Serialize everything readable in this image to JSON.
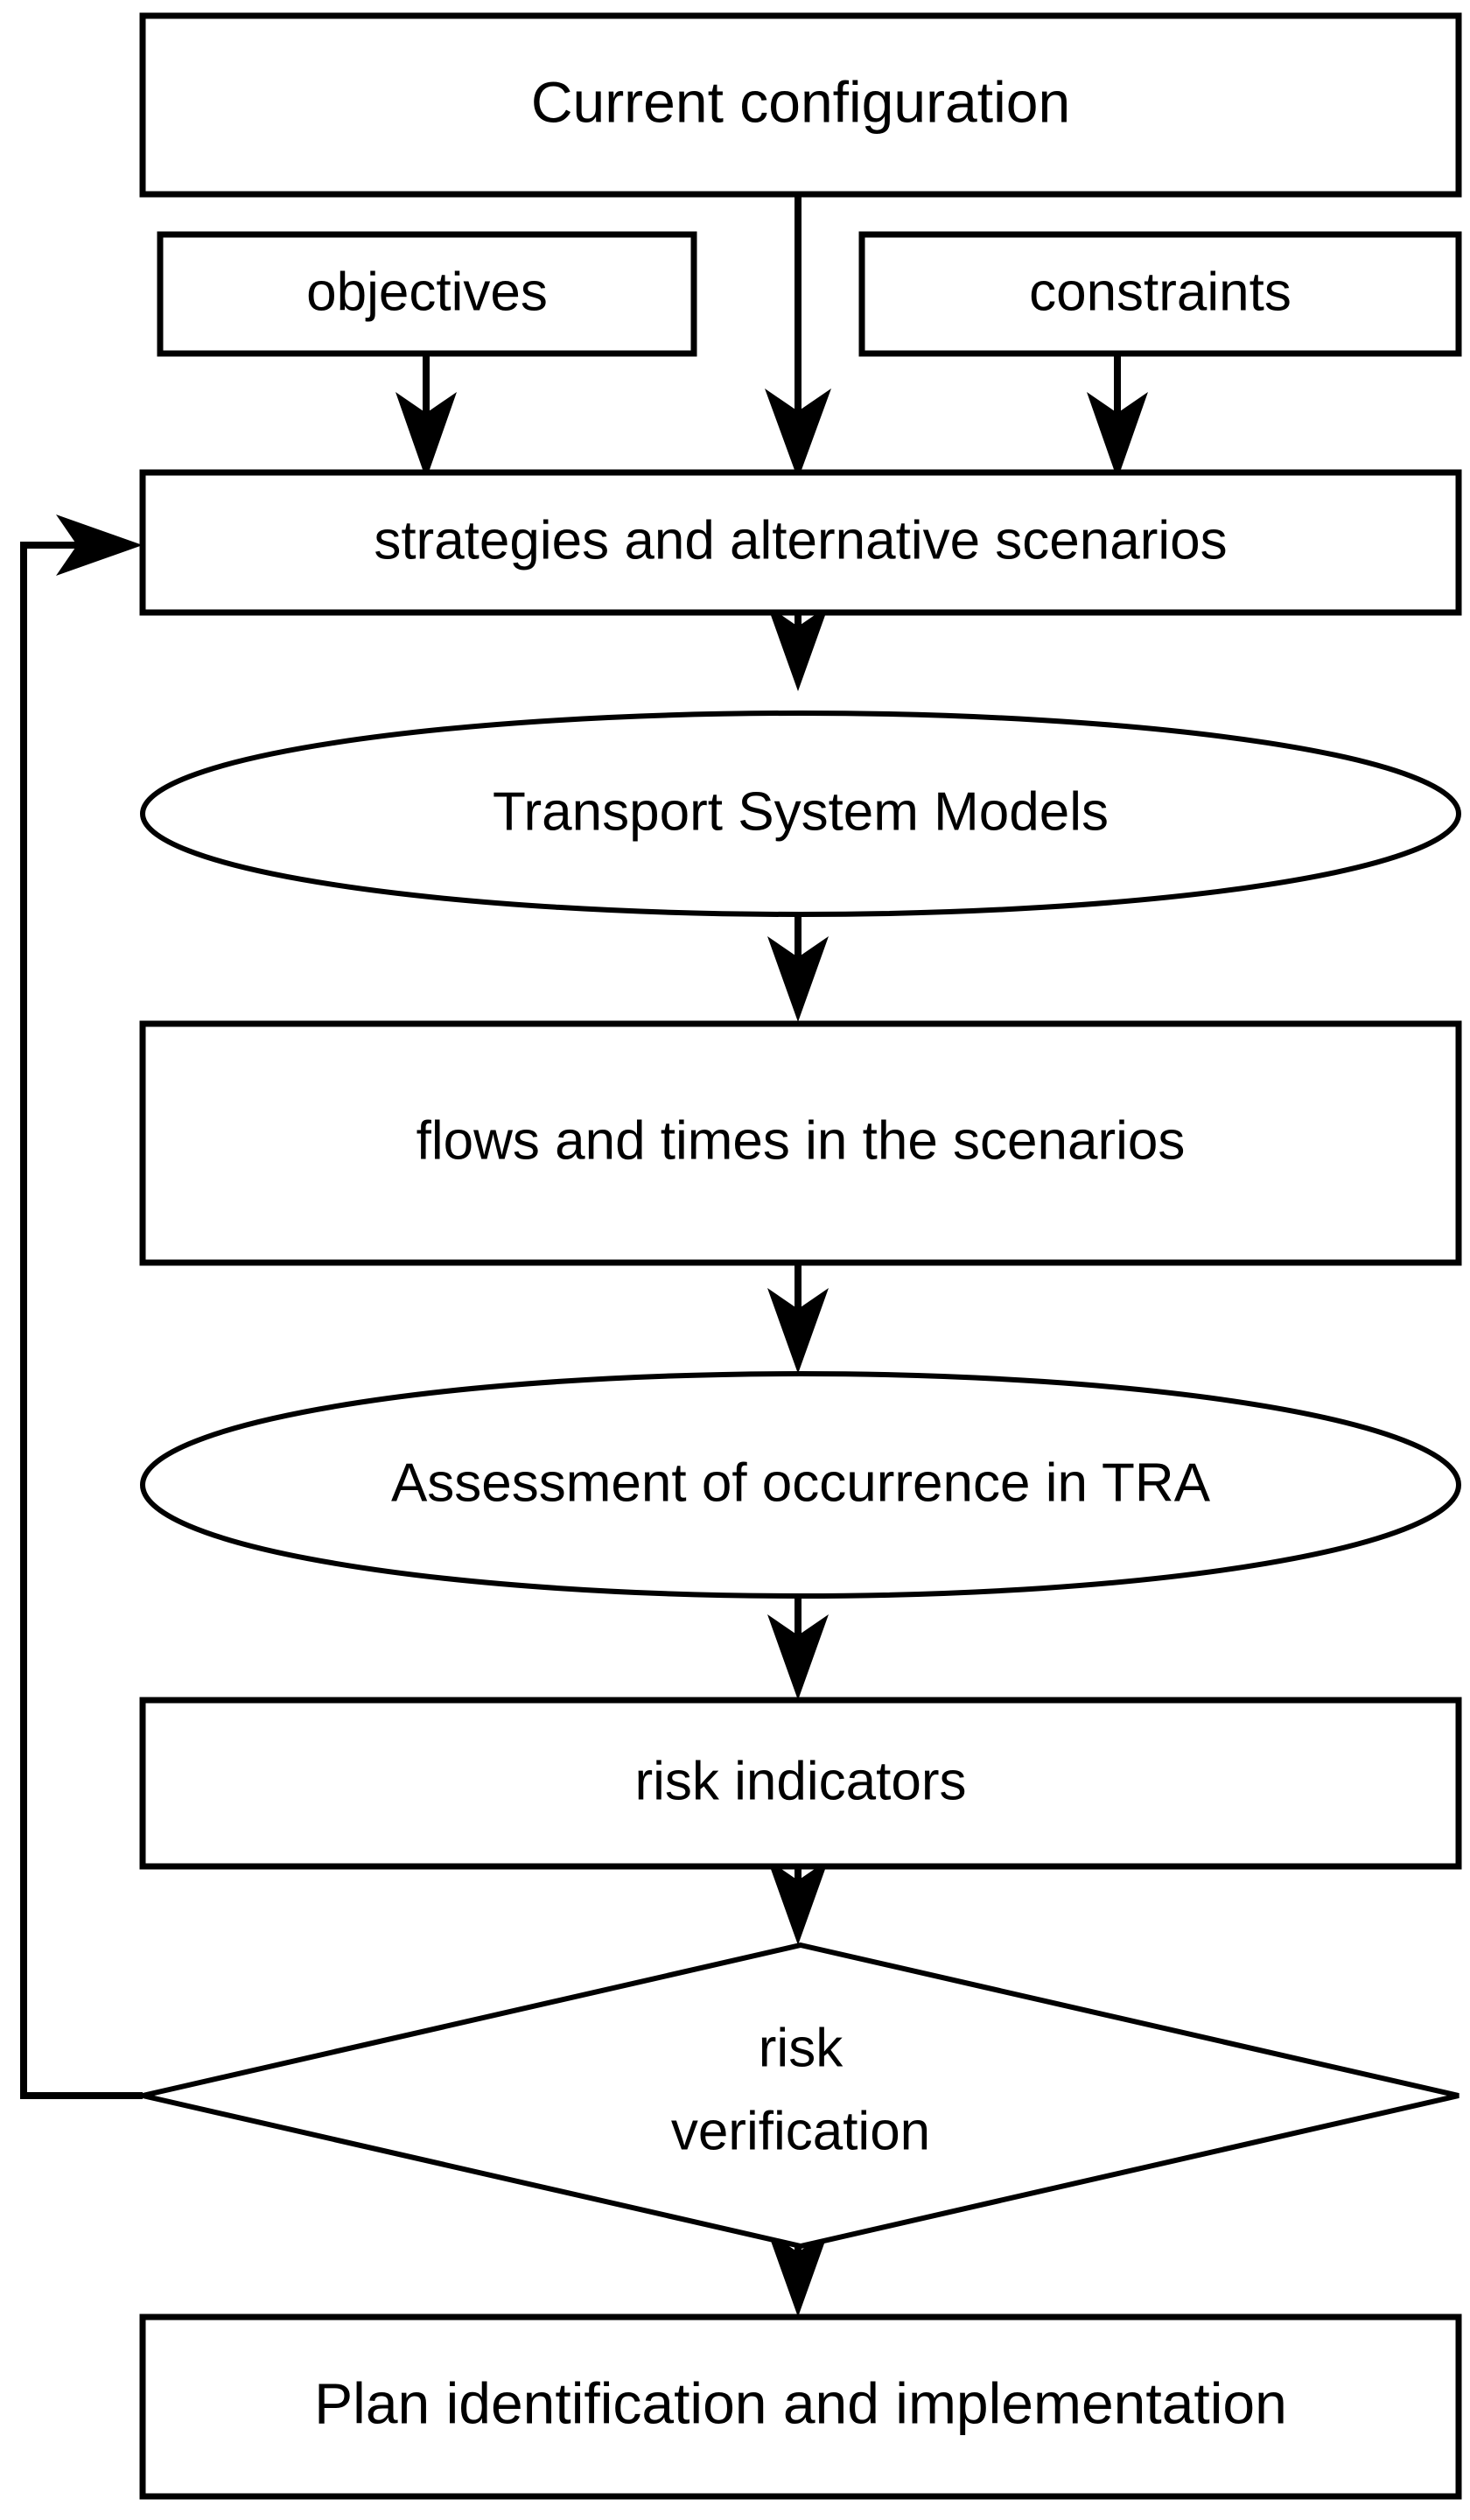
{
  "diagram": {
    "title": "Transport risk assessment planning flowchart",
    "colors": {
      "stroke": "#000000",
      "fill": "#ffffff",
      "background": "#ffffff",
      "text": "#000000"
    },
    "nodes": [
      {
        "id": "current-configuration",
        "shape": "rectangle",
        "label": "Current configuration"
      },
      {
        "id": "objectives",
        "shape": "rectangle",
        "label": "objectives"
      },
      {
        "id": "constraints",
        "shape": "rectangle",
        "label": "constraints"
      },
      {
        "id": "strategies-and-alternative-scenarios",
        "shape": "rectangle",
        "label": "strategies and alternative scenarios"
      },
      {
        "id": "transport-system-models",
        "shape": "ellipse",
        "label": "Transport System Models"
      },
      {
        "id": "flows-and-times-in-the-scenarios",
        "shape": "rectangle",
        "label": "flows and times in the scenarios"
      },
      {
        "id": "assessment-of-occurrence-in-tra",
        "shape": "ellipse",
        "label": "Assessment of occurrence in TRA"
      },
      {
        "id": "risk-indicators",
        "shape": "rectangle",
        "label": "risk indicators"
      },
      {
        "id": "risk-verification",
        "shape": "diamond",
        "label_line_1": "risk",
        "label_line_2": "verification"
      },
      {
        "id": "plan-identification-and-implementation",
        "shape": "rectangle",
        "label": "Plan identification and implementation"
      }
    ],
    "edges": [
      {
        "id": "current-configuration-to-strategies",
        "from": "current-configuration",
        "to": "strategies-and-alternative-scenarios",
        "style": "straight-down"
      },
      {
        "id": "objectives-to-strategies",
        "from": "objectives",
        "to": "strategies-and-alternative-scenarios",
        "style": "straight-down"
      },
      {
        "id": "constraints-to-strategies",
        "from": "constraints",
        "to": "strategies-and-alternative-scenarios",
        "style": "straight-down"
      },
      {
        "id": "strategies-to-transport-system-models",
        "from": "strategies-and-alternative-scenarios",
        "to": "transport-system-models",
        "style": "straight-down"
      },
      {
        "id": "transport-system-models-to-flows",
        "from": "transport-system-models",
        "to": "flows-and-times-in-the-scenarios",
        "style": "straight-down"
      },
      {
        "id": "flows-to-assessment",
        "from": "flows-and-times-in-the-scenarios",
        "to": "assessment-of-occurrence-in-tra",
        "style": "straight-down"
      },
      {
        "id": "assessment-to-risk-indicators",
        "from": "assessment-of-occurrence-in-tra",
        "to": "risk-indicators",
        "style": "straight-down"
      },
      {
        "id": "risk-indicators-to-risk-verification",
        "from": "risk-indicators",
        "to": "risk-verification",
        "style": "straight-down"
      },
      {
        "id": "risk-verification-to-plan",
        "from": "risk-verification",
        "to": "plan-identification-and-implementation",
        "style": "straight-down"
      },
      {
        "id": "risk-verification-feedback-to-strategies",
        "from": "risk-verification",
        "to": "strategies-and-alternative-scenarios",
        "style": "feedback-loop-left"
      }
    ]
  }
}
